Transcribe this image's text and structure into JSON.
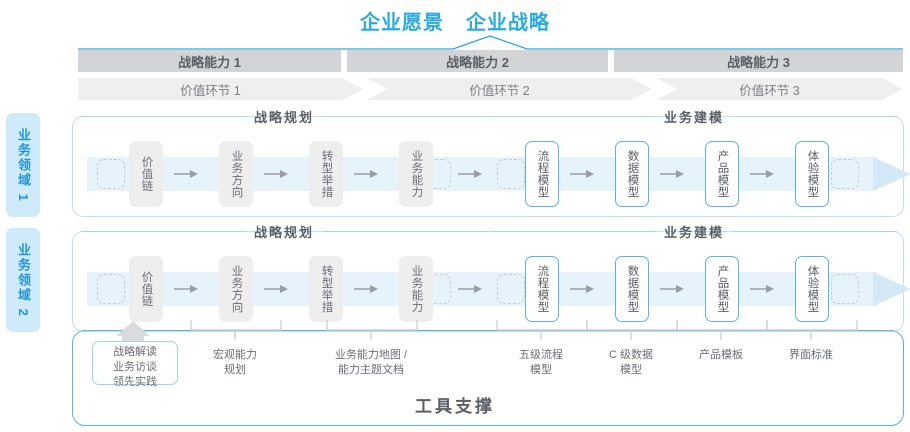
{
  "header": {
    "vision": "企业愿景",
    "strategy": "企业战略"
  },
  "capabilities": [
    {
      "label": "战略能力 1"
    },
    {
      "label": "战略能力 2"
    },
    {
      "label": "战略能力 3"
    }
  ],
  "value_links": [
    {
      "label": "价值环节 1"
    },
    {
      "label": "价值环节 2"
    },
    {
      "label": "价值环节 3"
    }
  ],
  "domains": [
    {
      "label": "业务领域 1"
    },
    {
      "label": "业务领域 2"
    }
  ],
  "sections": {
    "planning": "战略规划",
    "modeling": "业务建模"
  },
  "steps": {
    "planning": [
      {
        "label": "价值链"
      },
      {
        "label": "业务方向"
      },
      {
        "label": "转型举措"
      },
      {
        "label": "业务能力"
      }
    ],
    "modeling": [
      {
        "label": "流程模型"
      },
      {
        "label": "数据模型"
      },
      {
        "label": "产品模型"
      },
      {
        "label": "体验模型"
      }
    ]
  },
  "tools": {
    "anchor_box": "战略解读\n业务访谈\n领先实践",
    "anchor_lines": [
      "战略解读",
      "业务访谈",
      "领先实践"
    ],
    "labels": [
      {
        "label": "宏观能力\n规划",
        "lines": [
          "宏观能力",
          "规划"
        ]
      },
      {
        "label": "业务能力地图 /\n能力主题文档",
        "lines": [
          "业务能力地图 /",
          "能力主题文档"
        ]
      },
      {
        "label": "五级流程\n模型",
        "lines": [
          "五级流程",
          "模型"
        ]
      },
      {
        "label": "C 级数据\n模型",
        "lines": [
          "C 级数据",
          "模型"
        ]
      },
      {
        "label": "产品模板",
        "lines": [
          "产品模板"
        ]
      },
      {
        "label": "界面标准",
        "lines": [
          "界面标准"
        ]
      }
    ],
    "title": "工具支撑"
  },
  "colors": {
    "accent": "#29abe2",
    "band": "#e7f3fb",
    "bar": "#d2d4d5",
    "chevron": "#efefef",
    "domain_tab": "#cfeafb",
    "box_gray": "#eeeeee",
    "box_blue_border": "#5bb4e0"
  }
}
